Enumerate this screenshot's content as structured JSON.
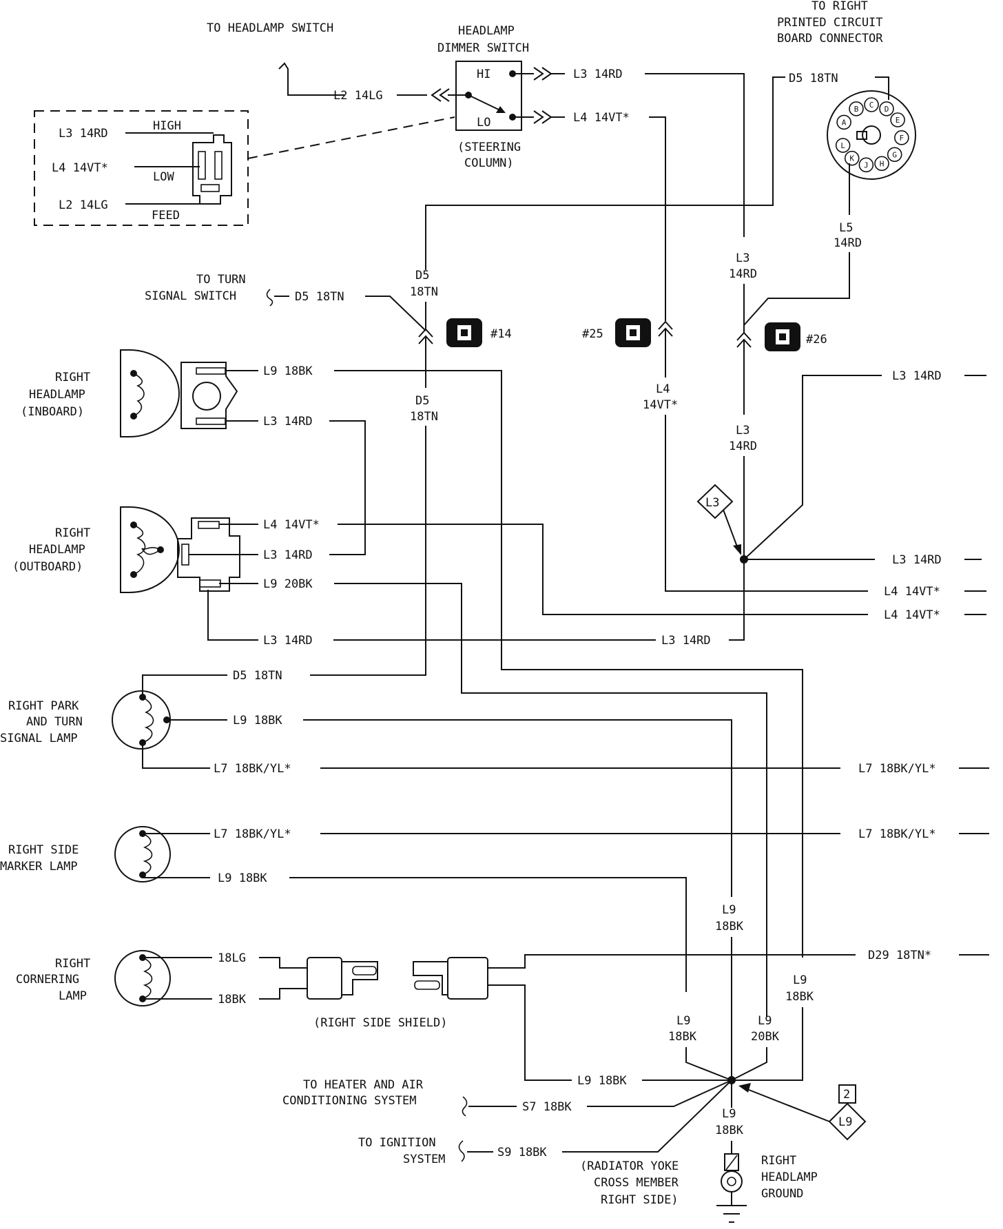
{
  "labels": {
    "to_headlamp_switch": "TO HEADLAMP SWITCH",
    "dimmer_title_1": "HEADLAMP",
    "dimmer_title_2": "DIMMER SWITCH",
    "hi": "HI",
    "lo": "LO",
    "steering_1": "(STEERING",
    "steering_2": "COLUMN)",
    "to_right_1": "TO RIGHT",
    "to_right_2": "PRINTED CIRCUIT",
    "to_right_3": "BOARD CONNECTOR",
    "high": "HIGH",
    "low": "LOW",
    "feed": "FEED",
    "to_turn_1": "TO TURN",
    "to_turn_2": "SIGNAL SWITCH",
    "rh_inboard_1": "RIGHT",
    "rh_inboard_2": "HEADLAMP",
    "rh_inboard_3": "(INBOARD)",
    "rh_outboard_1": "RIGHT",
    "rh_outboard_2": "HEADLAMP",
    "rh_outboard_3": "(OUTBOARD)",
    "park_1": "RIGHT PARK",
    "park_2": "AND TURN",
    "park_3": "SIGNAL LAMP",
    "side_1": "RIGHT SIDE",
    "side_2": "MARKER LAMP",
    "corner_1": "RIGHT",
    "corner_2": "CORNERING",
    "corner_3": "LAMP",
    "shield": "(RIGHT SIDE SHIELD)",
    "heater_1": "TO HEATER AND AIR",
    "heater_2": "CONDITIONING SYSTEM",
    "ignition_1": "TO IGNITION",
    "ignition_2": "SYSTEM",
    "yoke_1": "(RADIATOR YOKE",
    "yoke_2": "CROSS MEMBER",
    "yoke_3": "RIGHT SIDE)",
    "ground_1": "RIGHT",
    "ground_2": "HEADLAMP",
    "ground_3": "GROUND",
    "conn_14": "#14",
    "conn_25": "#25",
    "conn_26": "#26",
    "splice_l3": "L3",
    "splice_l9": "L9",
    "splice_l9_num": "2"
  },
  "pins": [
    "A",
    "B",
    "C",
    "D",
    "E",
    "F",
    "G",
    "H",
    "J",
    "K",
    "L"
  ],
  "wires": {
    "l3_14rd": "L3 14RD",
    "l4_14vt": "L4 14VT*",
    "l2_14lg": "L2 14LG",
    "d5_18tn": "D5 18TN",
    "l9_18bk": "L9 18BK",
    "l9_20bk": "L9 20BK",
    "l7_18bkyl": "L7 18BK/YL*",
    "d29_18tn": "D29 18TN*",
    "s7_18bk": "S7 18BK",
    "s9_18bk": "S9 18BK",
    "w18lg": "18LG",
    "w18bk": "18BK",
    "d5": "D5",
    "t18tn": "18TN",
    "l3": "L3",
    "t14rd": "14RD",
    "l4": "L4",
    "t14vt": "14VT*",
    "l5": "L5",
    "l9": "L9",
    "t18bk": "18BK",
    "t20bk": "20BK"
  }
}
